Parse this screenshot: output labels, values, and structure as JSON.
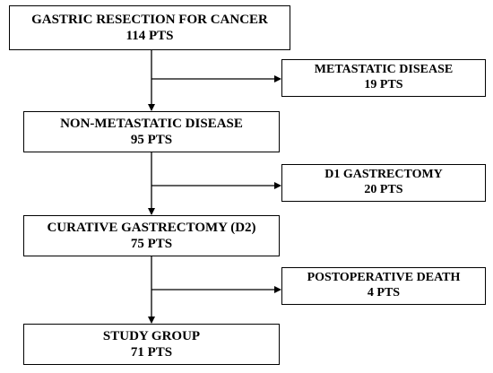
{
  "flowchart": {
    "main": [
      {
        "line1": "GASTRIC RESECTION FOR CANCER",
        "line2": "114 PTS"
      },
      {
        "line1": "NON-METASTATIC DISEASE",
        "line2": "95 PTS"
      },
      {
        "line1": "CURATIVE GASTRECTOMY (D2)",
        "line2": "75 PTS"
      },
      {
        "line1": "STUDY GROUP",
        "line2": "71 PTS"
      }
    ],
    "excluded": [
      {
        "line1": "METASTATIC DISEASE",
        "line2": "19 PTS"
      },
      {
        "line1": "D1 GASTRECTOMY",
        "line2": "20 PTS"
      },
      {
        "line1": "POSTOPERATIVE DEATH",
        "line2": "4 PTS"
      }
    ]
  }
}
